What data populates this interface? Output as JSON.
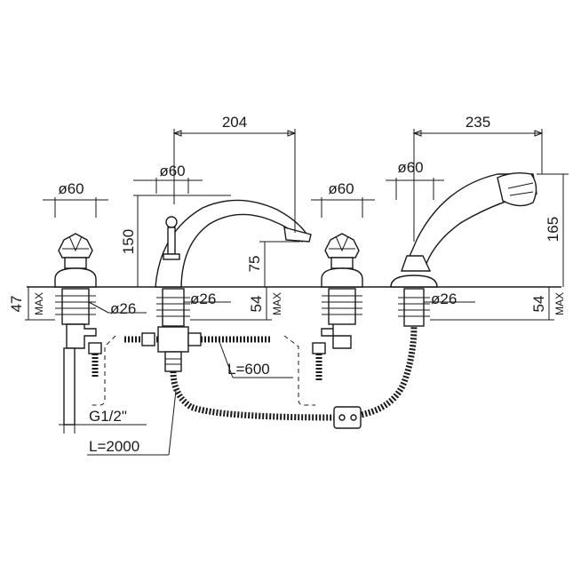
{
  "dimensions": {
    "spout_reach": "204",
    "shower_reach": "235",
    "handle_left_dia": "ø60",
    "spout_base_dia": "ø60",
    "handle_right_dia": "ø60",
    "shower_base_dia": "ø60",
    "spout_height": "150",
    "spout_outlet_height": "75",
    "shower_height": "165",
    "deck_left_max": "47",
    "deck_spout_max": "54",
    "deck_shower_max": "54",
    "max_label": "MAX",
    "shank_left_dia": "ø26",
    "shank_spout_dia": "ø26",
    "shank_shower_dia": "ø26",
    "connector_length": "L=600",
    "hose_length": "L=2000",
    "thread": "G1/2\""
  }
}
